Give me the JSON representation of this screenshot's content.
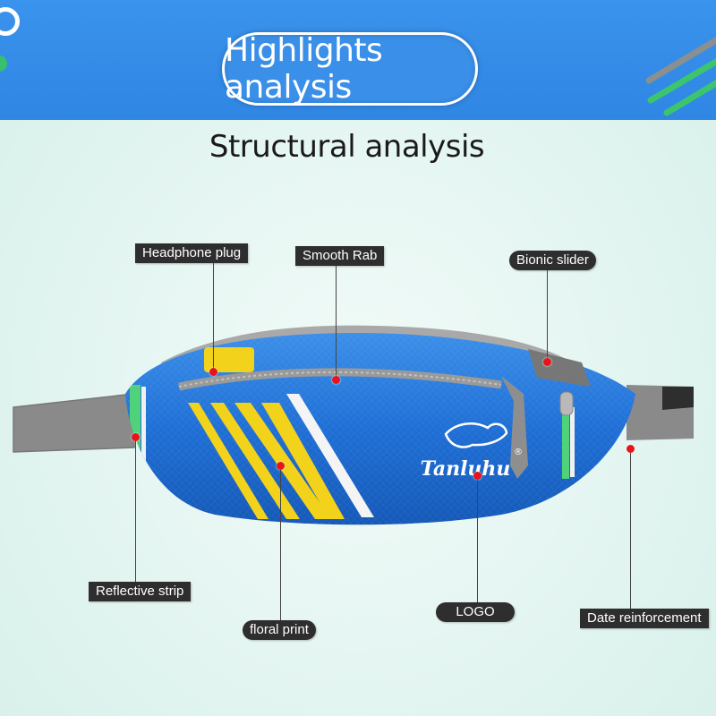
{
  "header": {
    "title": "Highlights analysis"
  },
  "subtitle": "Structural analysis",
  "product": {
    "brand_logo_text": "Tanluhu",
    "colors": {
      "body": "#1f6fd6",
      "stripe": "#f2d21a",
      "strap": "#8c8c8c",
      "zipper": "#9a9a9a"
    }
  },
  "callouts": {
    "headphone_plug": "Headphone plug",
    "smooth_rab": "Smooth Rab",
    "bionic_slider": "Bionic slider",
    "reflective_strip": "Reflective strip",
    "floral_print": "floral print",
    "logo": "LOGO",
    "date_reinforcement": "Date reinforcement"
  }
}
